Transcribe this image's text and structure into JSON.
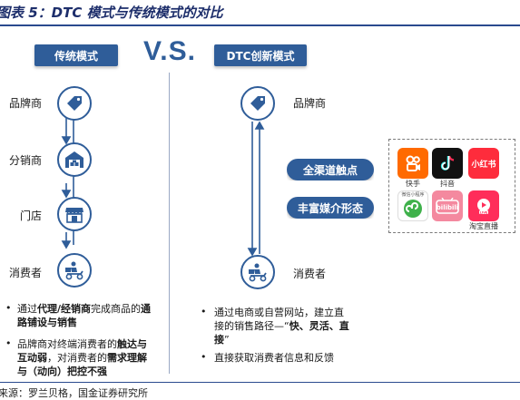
{
  "header": {
    "title": "图表 5：DTC 模式与传统模式的对比",
    "source": "来源：罗兰贝格，国金证券研究所"
  },
  "traditional": {
    "label": "传统模式",
    "nodes": [
      "品牌商",
      "分销商",
      "门店",
      "消费者"
    ],
    "bullets": [
      [
        {
          "t": "通过",
          "b": false
        },
        {
          "t": "代理/经销商",
          "b": true
        },
        {
          "t": "完成商品的",
          "b": false
        },
        {
          "t": "通路铺设与销售",
          "b": true
        }
      ],
      [
        {
          "t": "品牌商对终端消费者的",
          "b": false
        },
        {
          "t": "触达与互动弱",
          "b": true
        },
        {
          "t": "，对消费者的",
          "b": false
        },
        {
          "t": "需求理解与（动向）把控不强",
          "b": true
        }
      ]
    ]
  },
  "vs_text": "V.S.",
  "dtc": {
    "label": "DTC创新模式",
    "nodes": [
      "品牌商",
      "消费者"
    ],
    "pills": [
      "全渠道触点",
      "丰富媒介形态"
    ],
    "apps": [
      {
        "name": "快手",
        "caption": "快手",
        "color": "#ff6a00"
      },
      {
        "name": "抖音",
        "caption": "抖音",
        "color": "#111111"
      },
      {
        "name": "小红书",
        "caption": "",
        "color": "#fe2c3c"
      },
      {
        "name": "微信小程序",
        "caption": "",
        "color": "#3fb14b"
      },
      {
        "name": "bilibili",
        "caption": "",
        "color": "#f4899f"
      },
      {
        "name": "淘宝直播",
        "caption": "淘宝直播",
        "color": "#ff2d5a"
      }
    ],
    "bullets": [
      [
        {
          "t": "通过电商或自营网站，建立直接的销售路径—“",
          "b": false
        },
        {
          "t": "快、灵活、直接",
          "b": true
        },
        {
          "t": "”",
          "b": false
        }
      ],
      [
        {
          "t": "直接获取消费者信息和反馈",
          "b": false
        }
      ]
    ],
    "app_labels": {
      "wechat": "微信小程序",
      "kuaishou": "快手",
      "douyin": "抖音",
      "xhs": "小红书",
      "live": "LIVE"
    }
  },
  "colors": {
    "primary": "#2f5d99",
    "title": "#1d2e6b",
    "divider": "#9aa9c4"
  }
}
